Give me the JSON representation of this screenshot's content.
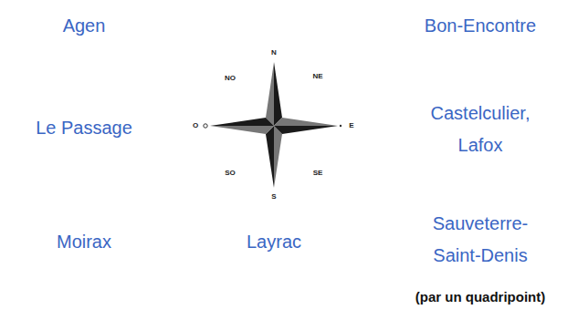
{
  "diagram": {
    "labels": [
      "Agen",
      "Bon-Encontre",
      "Le Passage",
      "Castelculier, Lafox",
      "Moirax",
      "Layrac",
      "Sauveterre-Saint-Denis",
      "(par un quadripoint)",
      "N",
      "NE",
      "E",
      "SE",
      "S",
      "SO",
      "O",
      "NO"
    ]
  }
}
